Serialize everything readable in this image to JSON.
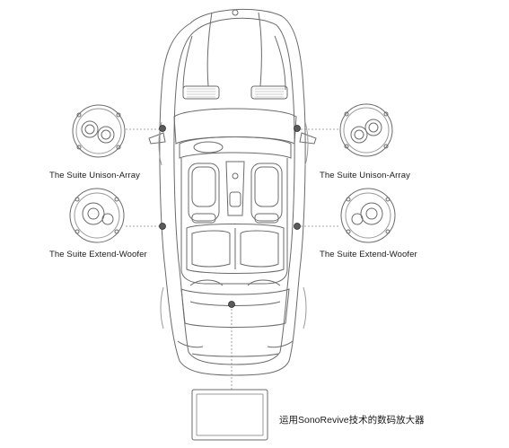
{
  "labels": {
    "front_left": "The Suite Unison-Array",
    "rear_left": "The Suite Extend-Woofer",
    "front_right": "The Suite Unison-Array",
    "rear_right": "The Suite Extend-Woofer",
    "amplifier": "运用SonoRevive技术的数码放大器"
  },
  "colors": {
    "outline": "#6b6b6b",
    "light_line": "#9a9a9a",
    "dot": "#5a5a5a",
    "text": "#1a1a1a"
  }
}
